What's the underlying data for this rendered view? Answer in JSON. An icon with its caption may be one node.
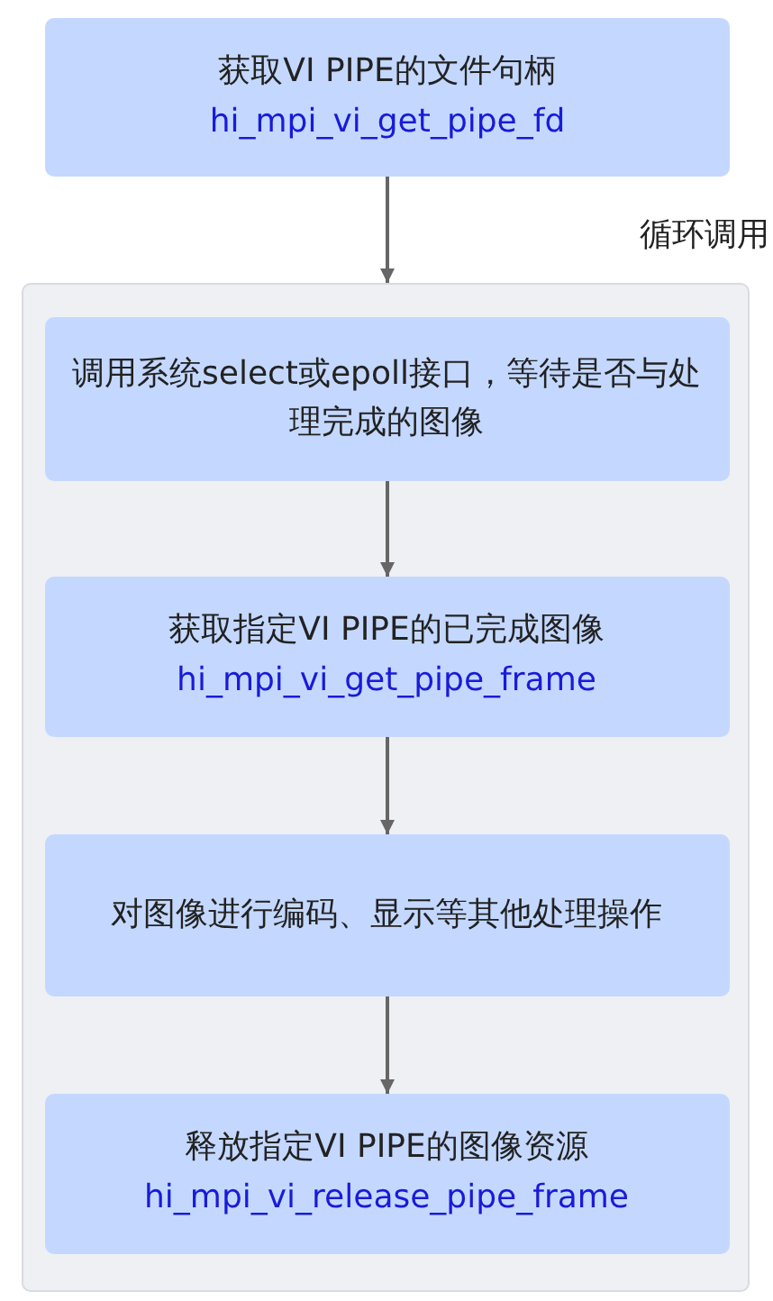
{
  "diagram": {
    "nodes": [
      {
        "text": [
          "获取VI PIPE的文件句柄",
          "hi_mpi_vi_get_pipe_fd"
        ]
      },
      {
        "text": [
          "循环调用"
        ]
      },
      {
        "text": [
          "调用系统select或epoll接口，等待是否与处理完成的图像"
        ],
        "in": 1
      },
      {
        "text": [
          "获取指定VI PIPE的已完成图像",
          "hi_mpi_vi_get_pipe_frame"
        ],
        "in": 1
      },
      {
        "text": [
          "对图像进行编码、显示等其他处理操作"
        ],
        "in": 1
      },
      {
        "text": [
          "释放指定VI PIPE的图像资源",
          "hi_mpi_vi_release_pipe_frame"
        ],
        "in": 1
      }
    ],
    "edges": [
      {
        "from": 0,
        "to": 1,
        "arrow": "to"
      },
      {
        "from": 2,
        "to": 3,
        "arrow": "to"
      },
      {
        "from": 3,
        "to": 4,
        "arrow": "to"
      },
      {
        "from": 4,
        "to": 5,
        "arrow": "to"
      }
    ]
  }
}
